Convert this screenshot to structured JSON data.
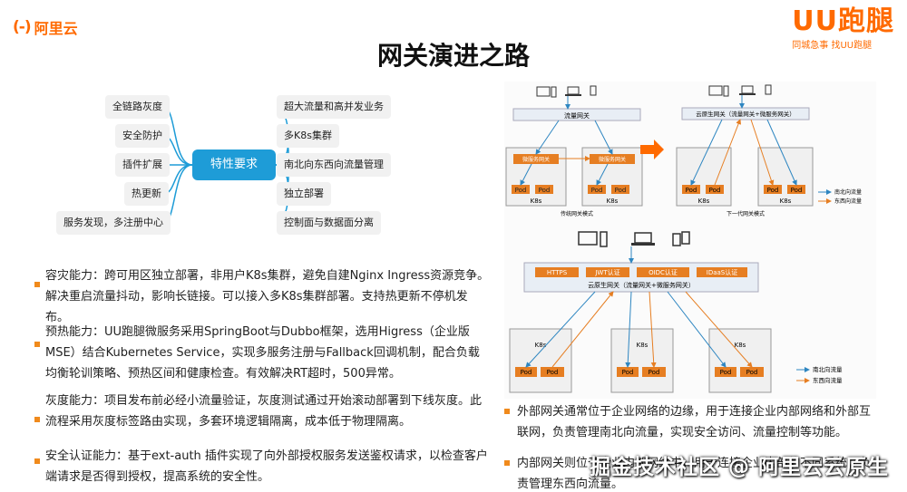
{
  "header": {
    "aliyun_mark": "(-)",
    "aliyun_name": "阿里云",
    "uu_brand": "UU跑腿",
    "uu_slogan": "同城急事 找UU跑腿",
    "title": "网关演进之路"
  },
  "mindmap": {
    "center": "特性要求",
    "left": [
      "全链路灰度",
      "安全防护",
      "插件扩展",
      "热更新",
      "服务发现，多注册中心"
    ],
    "right": [
      "超大流量和高并发业务",
      "多K8s集群",
      "南北向东西向流量管理",
      "独立部署",
      "控制面与数据面分离"
    ]
  },
  "left_paragraphs": [
    "容灾能力：跨可用区独立部署，非用户K8s集群，避免自建Nginx Ingress资源竞争。解决重启流量抖动，影响长链接。可以接入多K8s集群部署。支持热更新不停机发布。",
    "预热能力：UU跑腿微服务采用SpringBoot与Dubbo框架，选用Higress（企业版MSE）结合Kubernetes Service，实现多服务注册与Fallback回调机制，配合负载均衡轮训策略、预热区间和健康检查。有效解决RT超时，500异常。",
    "灰度能力：项目发布前必经小流量验证，灰度测试通过开始滚动部署到下线灰度。此流程采用灰度标签路由实现，多套环境逻辑隔离，成本低于物理隔离。",
    "安全认证能力：基于ext-auth 插件实现了向外部授权服务发送鉴权请求，以检查客户端请求是否得到授权，提高系统的安全性。"
  ],
  "right_paragraphs": [
    "外部网关通常位于企业网络的边缘，用于连接企业内部网络和外部互联网，负责管理南北向流量，实现安全访问、流量控制等功能。",
    "内部网关则位于企业内部网络中，用于连接企业内部的不同系统，负责管理东西向流量。"
  ],
  "diagram": {
    "traffic_gateway": "流量网关",
    "microservice_gateway": "微服务网关",
    "cloud_native_gateway_top": "云原生网关（流量网关+微服务网关）",
    "pod": "Pod",
    "k8s": "K8s",
    "traditional_mode": "传统网关模式",
    "next_gen_mode": "下一代网关模式",
    "legend_ns": "南北向流量",
    "legend_ew": "东西向流量",
    "plugins": [
      "HTTPS",
      "JWT认证",
      "OIDC认证",
      "IDaaS认证"
    ],
    "cloud_native_gateway_bottom": "云原生网关（流量网关+微服务网关）",
    "colors": {
      "ns": "#2e86c1",
      "ew": "#e67e22",
      "accent": "#ff6a00",
      "mindmap_center": "#1e9cd7"
    }
  },
  "watermark": "掘金技术社区 @ 阿里云云原生"
}
